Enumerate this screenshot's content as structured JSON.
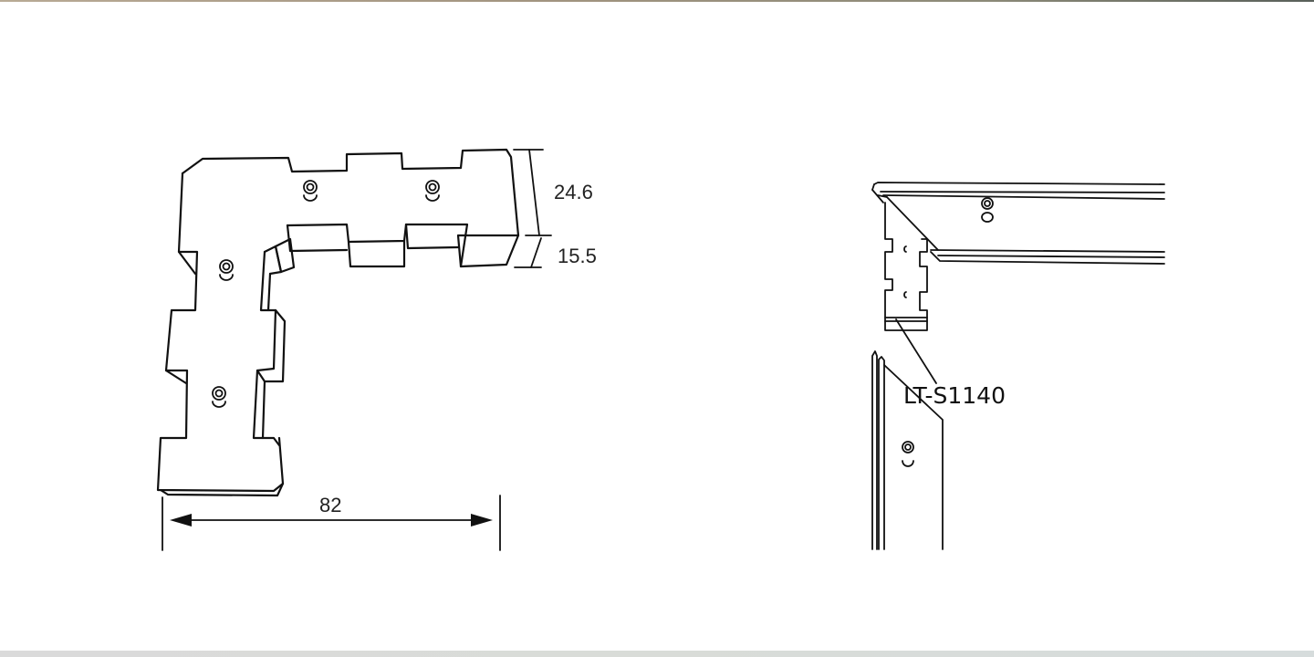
{
  "diagram": {
    "left_view": {
      "description": "L-shaped corner connector bracket, isometric view",
      "dimensions": {
        "height_top": "24.6",
        "height_step": "15.5",
        "width": "82"
      },
      "screw_count": 4
    },
    "right_view": {
      "description": "Frame corner assembly with connector inserted",
      "part_label": "LT-S1140"
    },
    "colors": {
      "line": "#111111",
      "background": "#ffffff",
      "top_strip": "#a39580",
      "bottom_strip": "#d9dcd8"
    }
  }
}
